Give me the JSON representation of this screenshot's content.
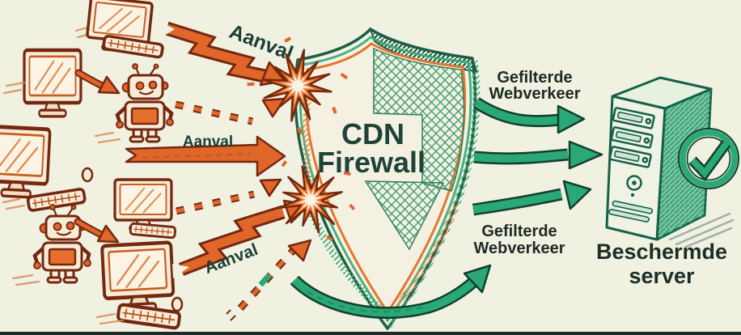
{
  "diagram": {
    "background_color": "#f1f1e2",
    "bottom_border_color": "#1d2b26",
    "attack": {
      "label_top": "Aanval",
      "label_middle": "Aanval",
      "label_bottom": "Aanval",
      "arrow_color": "#e0662a",
      "outline_color": "#74280e"
    },
    "shield": {
      "title_line1": "CDN",
      "title_line2": "Firewall",
      "hatch_color": "#3f9e74",
      "border_green": "#1b5e46",
      "inner_orange": "#e2772f"
    },
    "filtered_traffic": {
      "label_top_line1": "Gefilterde",
      "label_top_line2": "Webverkeer",
      "label_bottom_line1": "Gefilterde",
      "label_bottom_line2": "Webverkeer",
      "arrow_color": "#2aa876",
      "outline_color": "#123f2e"
    },
    "server": {
      "caption_line1": "Beschermde",
      "caption_line2": "server",
      "color": "#2f9b72"
    },
    "icons": [
      "desktop-computer-icon",
      "keyboard-icon",
      "mouse-icon",
      "bot-robot-icon",
      "lightning-bolt-arrow-icon",
      "dashed-attack-arrow-icon",
      "explosion-burst-icon",
      "shield-icon",
      "filtered-traffic-arrow-icon",
      "curved-arrow-icon",
      "server-tower-icon",
      "checkmark-icon"
    ]
  }
}
